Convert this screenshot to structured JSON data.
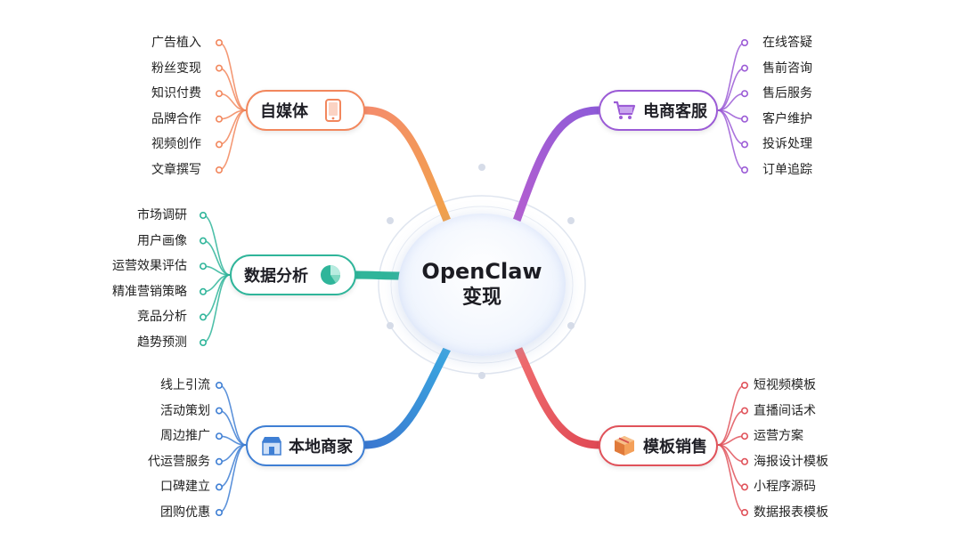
{
  "center": {
    "line1": "OpenClaw",
    "line2": "变现"
  },
  "branches": {
    "self_media": {
      "label": "自媒体",
      "color": "#f2875d",
      "icon": "phone-icon",
      "items": [
        "广告植入",
        "粉丝变现",
        "知识付费",
        "品牌合作",
        "视频创作",
        "文章撰写"
      ]
    },
    "data_analysis": {
      "label": "数据分析",
      "color": "#2fb59a",
      "icon": "pie-chart-icon",
      "items": [
        "市场调研",
        "用户画像",
        "运营效果评估",
        "精准营销策略",
        "竞品分析",
        "趋势预测"
      ]
    },
    "local_merchant": {
      "label": "本地商家",
      "color": "#3f7fd4",
      "icon": "store-icon",
      "items": [
        "线上引流",
        "活动策划",
        "周边推广",
        "代运营服务",
        "口碑建立",
        "团购优惠"
      ]
    },
    "ecommerce_service": {
      "label": "电商客服",
      "color": "#9b5bd6",
      "icon": "shopping-cart-icon",
      "items": [
        "在线答疑",
        "售前咨询",
        "售后服务",
        "客户维护",
        "投诉处理",
        "订单追踪"
      ]
    },
    "template_sales": {
      "label": "模板销售",
      "color": "#e0525a",
      "icon": "package-box-icon",
      "items": [
        "短视频模板",
        "直播间话术",
        "运营方案",
        "海报设计模板",
        "小程序源码",
        "数据报表模板"
      ]
    }
  }
}
